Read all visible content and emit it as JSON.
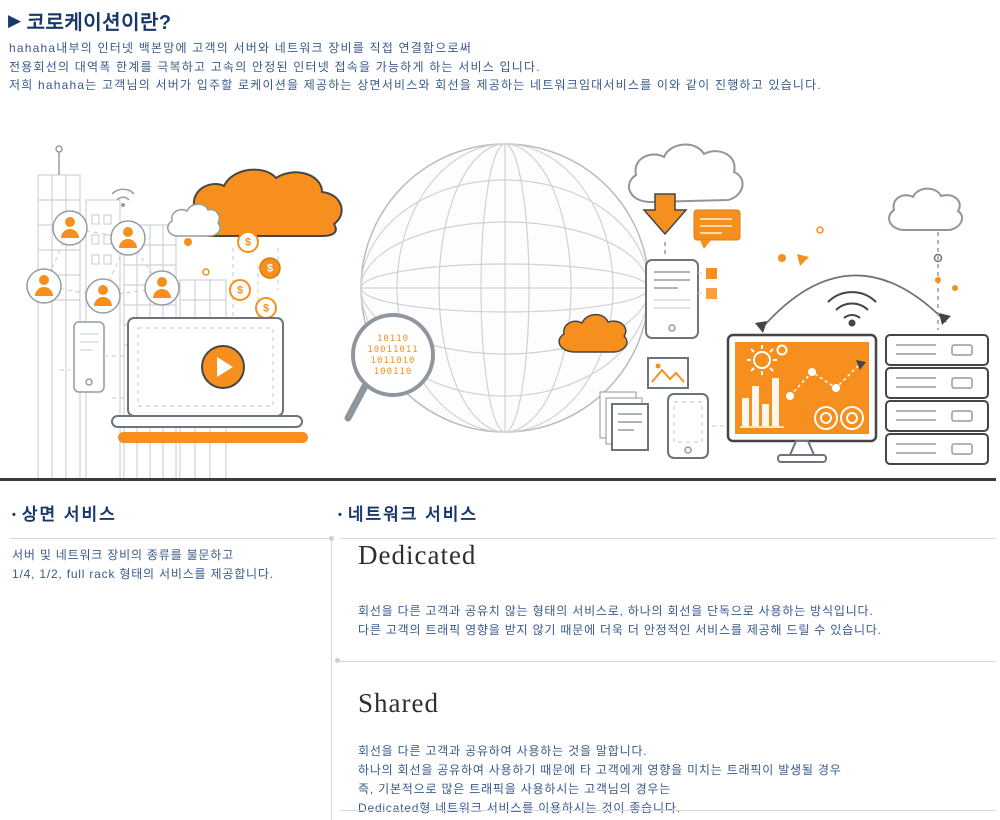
{
  "page": {
    "title_marker": "▶",
    "title": "코로케이션이란?",
    "intro_lines": [
      "hahaha내부의 인터넷 백본망에 고객의 서버와 네트워크 장비를 직접 연결함으로써",
      "전용회선의 대역폭 한계를 극복하고 고속의 안정된 인터넷 접속을 가능하게 하는 서비스 입니다.",
      "저희 hahaha는 고객님의 서버가 입주할 로케이션을 제공하는 상면서비스와 회선을 제공하는 네트워크임대서비스를 이와 같이 진행하고 있습니다."
    ]
  },
  "floor_section": {
    "bullet": "•",
    "title": "상면 서비스",
    "lines": [
      "서버 및 네트워크 장비의 종류를 불문하고",
      "1/4, 1/2, full rack 형태의 서비스를 제공합니다."
    ]
  },
  "network_section": {
    "bullet": "•",
    "title": "네트워크 서비스",
    "dedicated_title": "Dedicated",
    "dedicated_lines": [
      "회선을 다른 고객과 공유치 않는 형태의 서비스로, 하나의 회선을 단독으로 사용하는 방식입니다.",
      "다른 고객의 트래픽 영향을 받지 않기 때문에 더욱 더 안정적인 서비스를 제공해 드릴 수 있습니다."
    ],
    "shared_title": "Shared",
    "shared_lines": [
      "회선을 다른 고객과 공유하여 사용하는 것을 말합니다.",
      "하나의 회선을 공유하여 사용하기 때문에 타 고객에게 영향을 미치는 트래픽이 발생될 경우",
      "즉, 기본적으로 많은 트래픽을 사용하시는 고객님의 경우는",
      "Dedicated형 네트워크 서비스를 이용하시는 것이 좋습니다."
    ]
  },
  "illustration": {
    "coin_symbol": "$",
    "binary_lines": [
      "10110",
      "10011011",
      "1011010",
      "100110"
    ]
  },
  "colors": {
    "accent_orange": "#f78f1e",
    "heading_navy": "#17386b",
    "body_navy": "#3a5a8c",
    "outline_dark": "#454545",
    "art_gray": "#959ca4",
    "rule_gray": "#d9d9d9"
  }
}
